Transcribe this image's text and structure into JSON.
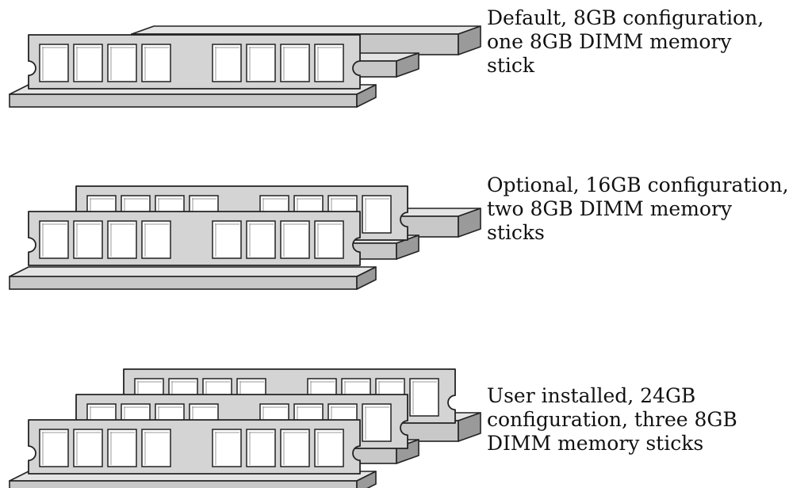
{
  "configurations": [
    {
      "sticks": 1,
      "caption": [
        "Default, 8GB configuration,",
        "one 8GB DIMM memory",
        "stick"
      ]
    },
    {
      "sticks": 2,
      "caption": [
        "Optional, 16GB configuration,",
        "two 8GB DIMM memory",
        "sticks"
      ]
    },
    {
      "sticks": 3,
      "caption": [
        "User installed, 24GB",
        "configuration, three 8GB",
        "DIMM memory sticks"
      ]
    }
  ],
  "colors": {
    "stick_fill": "#d4d4d4",
    "slot_face": "#c8c8c8",
    "slot_top": "#e4e4e4",
    "slot_side": "#9a9a9a",
    "chip_fill": "#ffffff",
    "outline": "#222222"
  }
}
